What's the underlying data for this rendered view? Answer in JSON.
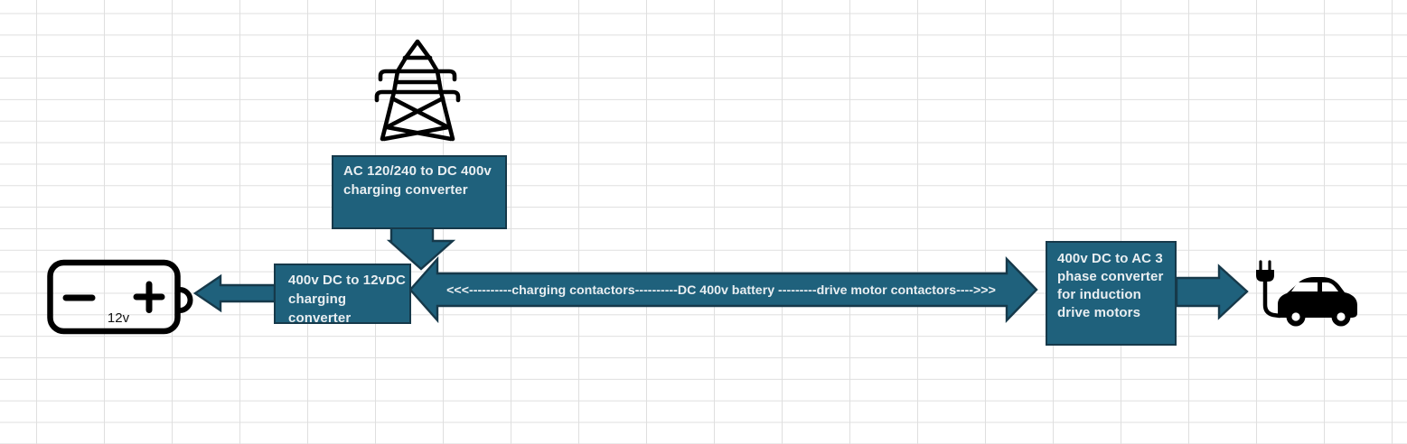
{
  "colors": {
    "shape_fill": "#1f617c",
    "shape_stroke": "#16394a",
    "shape_text": "#e9eef1",
    "grid_line": "#dfdfdf",
    "canvas_bg": "#ffffff",
    "icon_color": "#000000"
  },
  "diagram": {
    "grid_source": {
      "icon": "transmission-tower-icon"
    },
    "charging_converter_box": {
      "label": "AC 120/240 to DC 400v charging converter"
    },
    "dc12v_converter_box": {
      "label": "400v DC to 12vDC charging converter"
    },
    "bus_arrow": {
      "label": "<<<----------charging contactors----------DC 400v battery ---------drive motor contactors---->>>"
    },
    "phase_converter_box": {
      "label": "400v DC to AC 3 phase converter for induction drive motors"
    },
    "battery": {
      "label": "12v",
      "icon": "battery-icon"
    },
    "vehicle": {
      "icon": "electric-car-icon"
    }
  }
}
